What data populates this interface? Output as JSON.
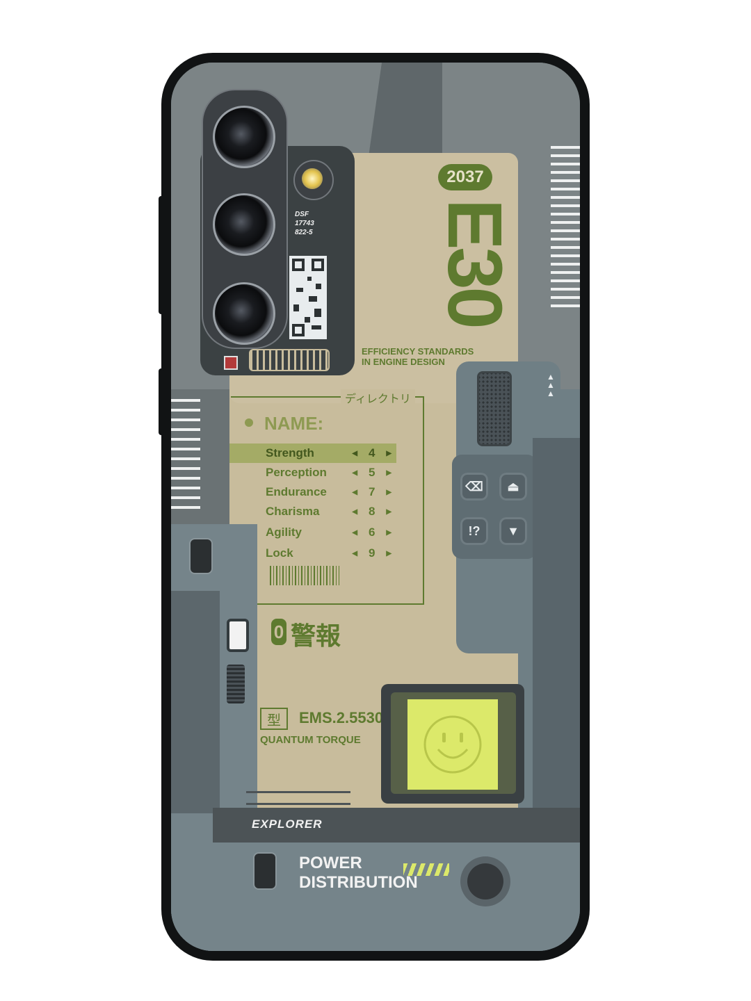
{
  "product": {
    "year_badge": "2037",
    "model_code": "E30",
    "tagline_lines": [
      "EFFICIENCY STANDARDS",
      "IN ENGINE DESIGN"
    ],
    "camera_label_lines": [
      "DSF",
      "17743",
      "822-5"
    ],
    "directory_label": "ディレクトリ",
    "name_label": "NAME:",
    "stats": [
      {
        "name": "Strength",
        "value": "4"
      },
      {
        "name": "Perception",
        "value": "5"
      },
      {
        "name": "Endurance",
        "value": "7"
      },
      {
        "name": "Charisma",
        "value": "8"
      },
      {
        "name": "Agility",
        "value": "6"
      },
      {
        "name": "Lock",
        "value": "9"
      }
    ],
    "alarm_digit": "0",
    "alarm_text": "警報",
    "type_kanji": "型",
    "model_number": "EMS.2.5530",
    "quantum_label": "QUANTUM TORQUE",
    "brand_label": "EXPLORER",
    "power_lines": [
      "POWER",
      "DISTRIBUTION"
    ],
    "keypad_icons": [
      "backspace-icon",
      "eject-icon",
      "help-icon",
      "down-arrow-icon"
    ],
    "keypad_help_glyph": "!?"
  },
  "colors": {
    "case": "#111314",
    "panel_beige": "#c8bc9c",
    "accent_green": "#5e7a2f",
    "slate": "#6f7f85",
    "screen_lime": "#dce96a"
  }
}
